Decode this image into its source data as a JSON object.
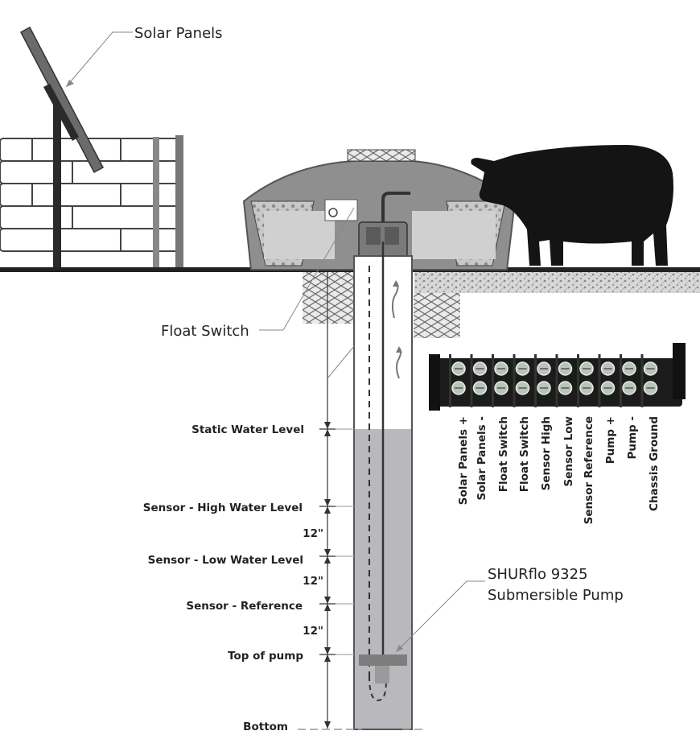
{
  "callouts": {
    "solar_panels": "Solar Panels",
    "float_switch": "Float Switch",
    "pump_line1": "SHURflo 9325",
    "pump_line2": "Submersible Pump"
  },
  "depth_labels": {
    "static_water_level": "Static Water Level",
    "sensor_high": "Sensor - High Water Level",
    "sensor_low": "Sensor - Low Water Level",
    "sensor_reference": "Sensor - Reference",
    "top_of_pump": "Top of pump",
    "bottom": "Bottom"
  },
  "gaps": [
    "12\"",
    "12\"",
    "12\""
  ],
  "terminal_labels": [
    "Solar Panels +",
    "Solar Panels -",
    "Float Switch",
    "Float Switch",
    "Sensor High",
    "Sensor Low",
    "Sensor Reference",
    "Pump +",
    "Pump -",
    "Chassis Ground"
  ],
  "colors": {
    "water": "#b9b9bd",
    "structure": "#9a9a9a",
    "dark": "#222222",
    "ground": "#cfcfcf"
  }
}
